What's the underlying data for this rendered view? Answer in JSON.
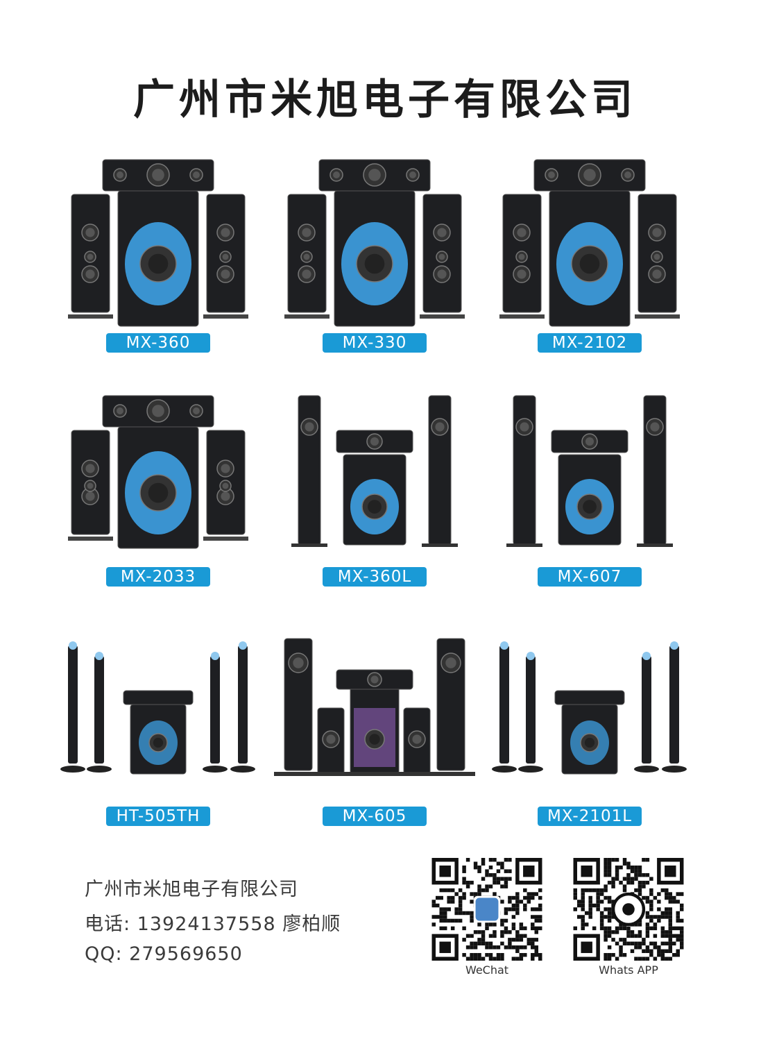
{
  "header": {
    "title": "广州市米旭电子有限公司"
  },
  "products": [
    {
      "model": "MX-360"
    },
    {
      "model": "MX-330"
    },
    {
      "model": "MX-2102"
    },
    {
      "model": "MX-2033"
    },
    {
      "model": "MX-360L"
    },
    {
      "model": "MX-607"
    },
    {
      "model": "HT-505TH"
    },
    {
      "model": "MX-605"
    },
    {
      "model": "MX-2101L"
    }
  ],
  "contact": {
    "company": "广州市米旭电子有限公司",
    "phone": "电话: 13924137558 廖柏顺",
    "qq": "QQ: 279569650"
  },
  "qr_codes": [
    {
      "label": "WeChat",
      "icon": "wechat-avatar-icon"
    },
    {
      "label": "Whats APP",
      "icon": "whatsapp-icon"
    }
  ],
  "colors": {
    "accent": "#1a9ad6",
    "glow": "#3fa8ef",
    "speaker": "#1e1f22"
  }
}
